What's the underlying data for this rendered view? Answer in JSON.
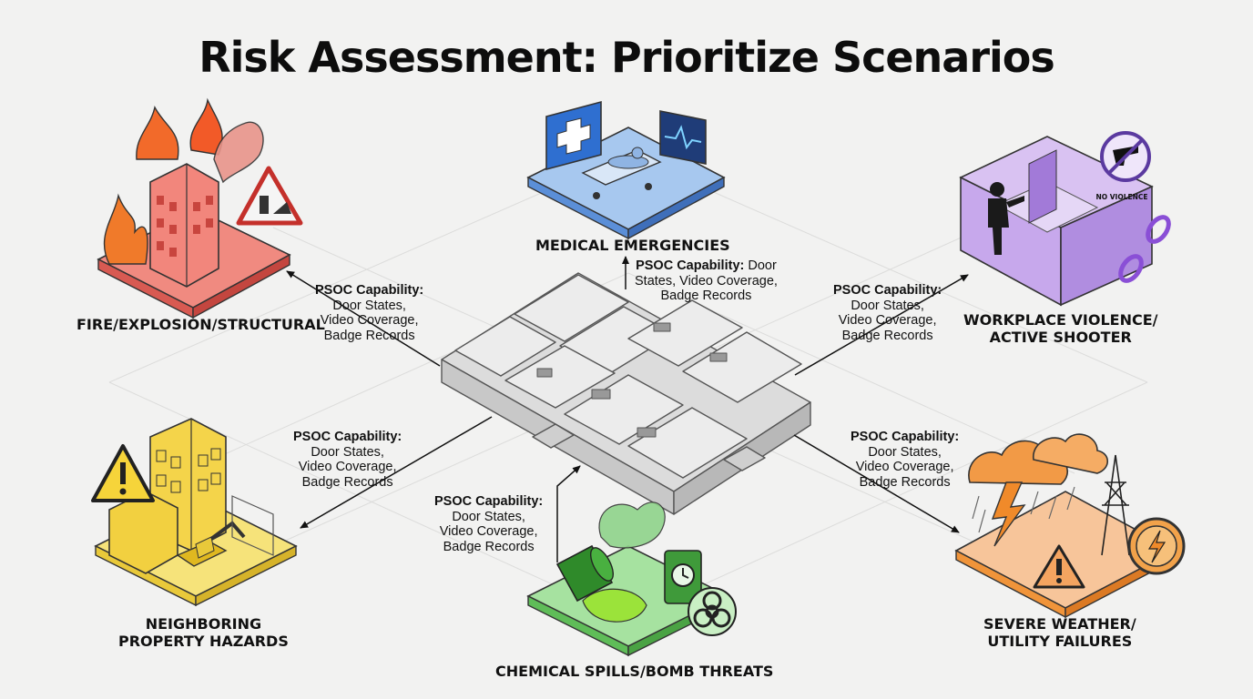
{
  "title": "Risk Assessment: Prioritize Scenarios",
  "scenarios": {
    "fire": "FIRE/EXPLOSION/STRUCTURAL",
    "medical": "MEDICAL EMERGENCIES",
    "violence_l1": "WORKPLACE VIOLENCE/",
    "violence_l2": "ACTIVE SHOOTER",
    "neighbor_l1": "NEIGHBORING",
    "neighbor_l2": "PROPERTY HAZARDS",
    "chemical": "CHEMICAL SPILLS/BOMB THREATS",
    "weather_l1": "SEVERE WEATHER/",
    "weather_l2": "UTILITY FAILURES"
  },
  "capability": {
    "heading": "PSOC Capability:",
    "item1": "Door States,",
    "item2": "Video Coverage,",
    "item3": "Badge Records"
  },
  "medical_cap": {
    "line1_rest": "Door",
    "line2": "States, Video Coverage,",
    "line3": "Badge Records"
  },
  "violence_sign": "NO VIOLENCE",
  "colors": {
    "fire": "#f0726a",
    "medical": "#3f7fd6",
    "violence": "#9b6ad8",
    "neighbor": "#f2d54a",
    "chemical": "#7fd07a",
    "weather": "#f39a4a"
  },
  "icons": [
    "fire-icon",
    "hazard-warning-icon",
    "medical-cross-icon",
    "heart-monitor-icon",
    "stretcher-icon",
    "no-gun-icon",
    "broken-chain-icon",
    "warning-triangle-icon",
    "excavator-icon",
    "barrel-icon",
    "bomb-icon",
    "biohazard-icon",
    "storm-cloud-icon",
    "lightning-icon",
    "power-tower-icon"
  ]
}
